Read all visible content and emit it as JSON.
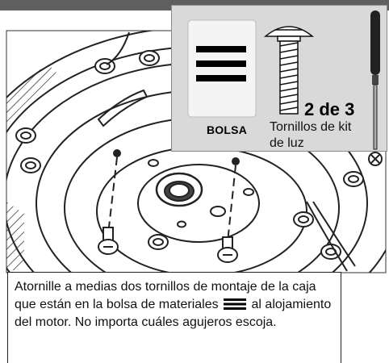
{
  "inset": {
    "bag_label": "BOLSA",
    "screw_label": "Tornillos de kit de luz",
    "count": "2 de 3",
    "icons": [
      "bag-icon",
      "screw-icon",
      "screwdriver-icon"
    ]
  },
  "caption": {
    "text_before_icon": "Atornille a medias dos tornillos de montaje de la caja que están en la bolsa de materiales",
    "text_after_icon": "al alojamiento del motor. No importa cuáles agujeros escoja."
  },
  "colors": {
    "header_bar": "#5f5f5f",
    "inset_background": "#d9d9d9",
    "line_art": "#222222"
  }
}
